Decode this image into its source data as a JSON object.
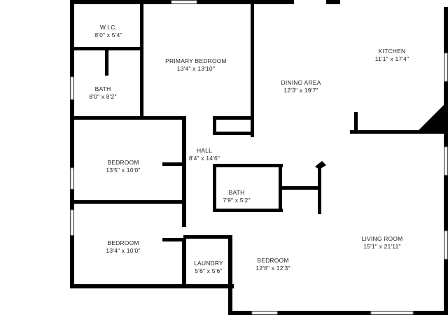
{
  "rooms": {
    "wic": {
      "name": "W.I.C.",
      "dims": "8'0\" x 5'4\""
    },
    "primary": {
      "name": "PRIMARY BEDROOM",
      "dims": "13'4\" x 13'10\""
    },
    "bath_main": {
      "name": "BATH",
      "dims": "8'0\" x 8'2\""
    },
    "dining": {
      "name": "DINING AREA",
      "dims": "12'3\" x 19'7\""
    },
    "kitchen": {
      "name": "KITCHEN",
      "dims": "11'1\" x 17'4\""
    },
    "bedroom_2": {
      "name": "BEDROOM",
      "dims": "13'5\" x 10'0\""
    },
    "hall": {
      "name": "HALL",
      "dims": "8'4\" x 14'6\""
    },
    "bath_hall": {
      "name": "BATH",
      "dims": "7'9\" x 5'2\""
    },
    "bedroom_3": {
      "name": "BEDROOM",
      "dims": "13'4\" x 10'0\""
    },
    "laundry": {
      "name": "LAUNDRY",
      "dims": "5'6\" x 5'6\""
    },
    "bedroom_4": {
      "name": "BEDROOM",
      "dims": "12'6\" x 12'3\""
    },
    "living": {
      "name": "LIVING ROOM",
      "dims": "15'1\" x 21'11\""
    }
  },
  "colors": {
    "wall": "#000000",
    "background": "#ffffff",
    "text": "#222222"
  }
}
